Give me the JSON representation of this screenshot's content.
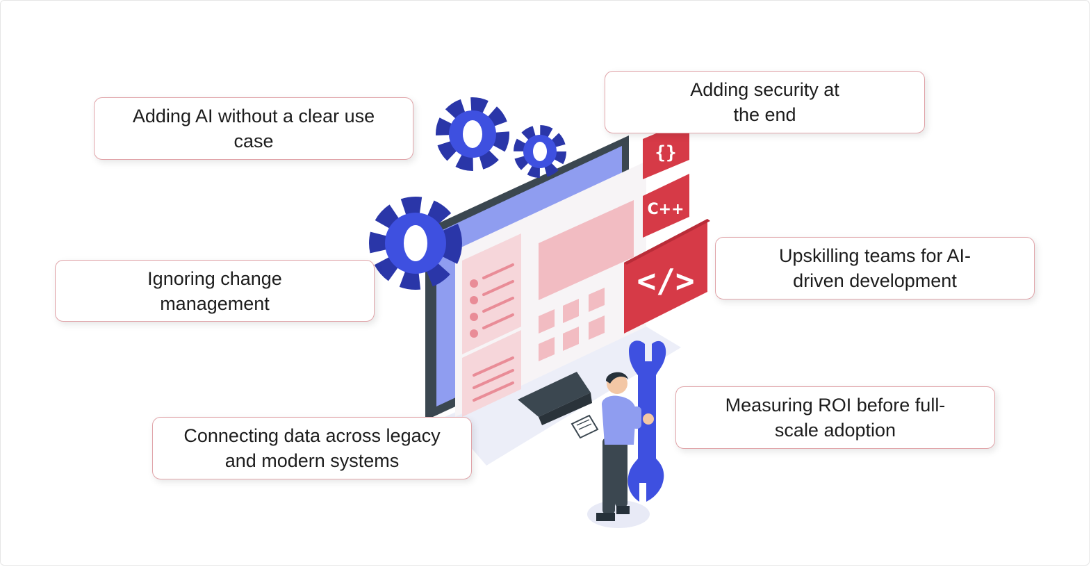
{
  "cards": [
    {
      "id": "adding-ai",
      "text": "Adding AI without a clear use case"
    },
    {
      "id": "security",
      "text": "Adding security at the end"
    },
    {
      "id": "change-management",
      "text": "Ignoring change management"
    },
    {
      "id": "upskilling",
      "text": "Upskilling teams for AI-driven development"
    },
    {
      "id": "connecting-data",
      "text": "Connecting data across legacy and modern systems"
    },
    {
      "id": "measuring-roi",
      "text": "Measuring ROI before full-scale adoption"
    }
  ],
  "code_tiles": {
    "braces": "{}",
    "cpp": "C++",
    "tag": "</>"
  },
  "icons": [
    "gear-icon",
    "wrench-icon",
    "monitor-icon",
    "person-icon",
    "clipboard-icon"
  ],
  "colors": {
    "gear": "#3e50e0",
    "gear_dark": "#2a36a8",
    "tile": "#d63a47",
    "card_border": "#e0a3a8",
    "monitor_frame": "#3b4750",
    "screen": "#8f9df0",
    "panel_pink": "#f2bcc2"
  }
}
